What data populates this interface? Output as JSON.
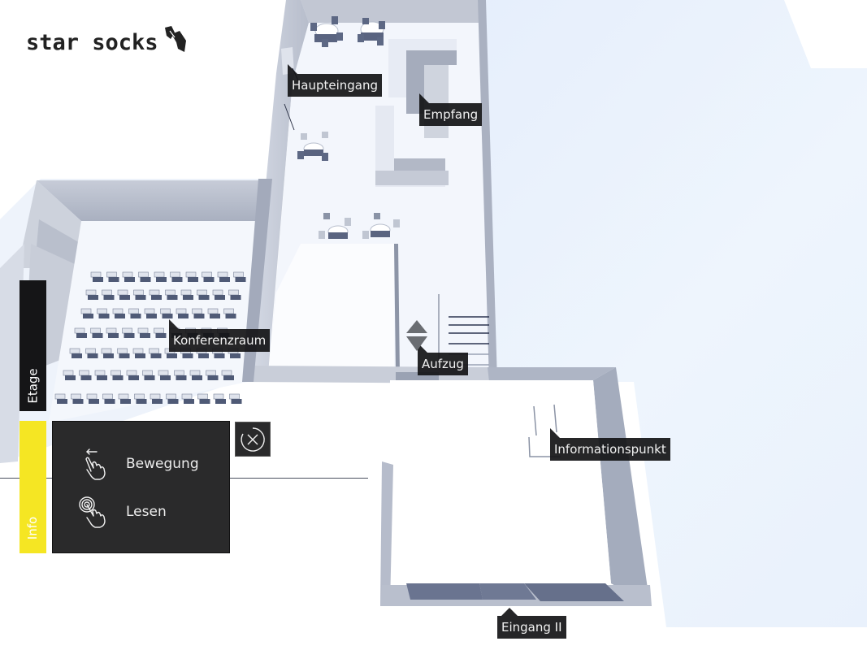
{
  "app": {
    "brand": "star socks",
    "brand_icon": "footprints-icon"
  },
  "map": {
    "labels": [
      {
        "id": "haupteingang",
        "text": "Haupteingang"
      },
      {
        "id": "empfang",
        "text": "Empfang"
      },
      {
        "id": "konferenzraum",
        "text": "Konferenzraum"
      },
      {
        "id": "aufzug",
        "text": "Aufzug"
      },
      {
        "id": "informationspunkt",
        "text": "Informationspunkt"
      },
      {
        "id": "eingang-2",
        "text": "Eingang II"
      }
    ],
    "elevator_icon": "elevator-up-down-icon"
  },
  "sidebar": {
    "tabs": [
      {
        "label": "Etage",
        "color": "#151517"
      },
      {
        "label": "Info",
        "color": "#f5e623"
      }
    ]
  },
  "info_panel": {
    "items": [
      {
        "icon": "swipe-hand-icon",
        "label": "Bewegung"
      },
      {
        "icon": "tap-hand-icon",
        "label": "Lesen"
      }
    ],
    "close_icon": "close-circle-icon"
  }
}
